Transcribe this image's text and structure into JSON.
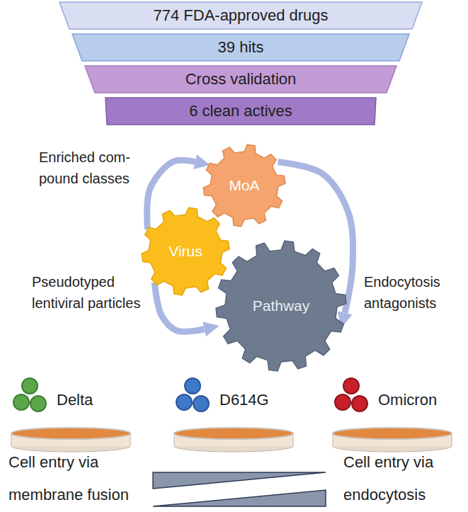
{
  "diagram": {
    "nodes": [
      {
        "text": [
          "774 FDA-approved drugs"
        ]
      },
      {
        "text": [
          "39 hits"
        ]
      },
      {
        "text": [
          "Cross validation"
        ]
      },
      {
        "text": [
          "6 clean actives"
        ]
      },
      {
        "text": [
          "MoA"
        ]
      },
      {
        "text": [
          "Virus"
        ]
      },
      {
        "text": [
          "Pathway"
        ]
      },
      {
        "text": [
          "Delta"
        ]
      },
      {
        "text": [
          "D614G"
        ]
      },
      {
        "text": [
          "Omicron"
        ]
      }
    ],
    "edges": [
      {
        "from": 5,
        "to": 4,
        "arrow": "to",
        "label": "Enriched com- pound classes"
      },
      {
        "from": 5,
        "to": 6,
        "arrow": "to",
        "label": "Pseudotyped lentiviral particles"
      },
      {
        "from": 4,
        "to": 6,
        "arrow": "to",
        "label": "Endocytosis antagonists"
      }
    ],
    "labels": [
      "Cell entry via membrane fusion",
      "Cell entry via endocytosis"
    ]
  }
}
